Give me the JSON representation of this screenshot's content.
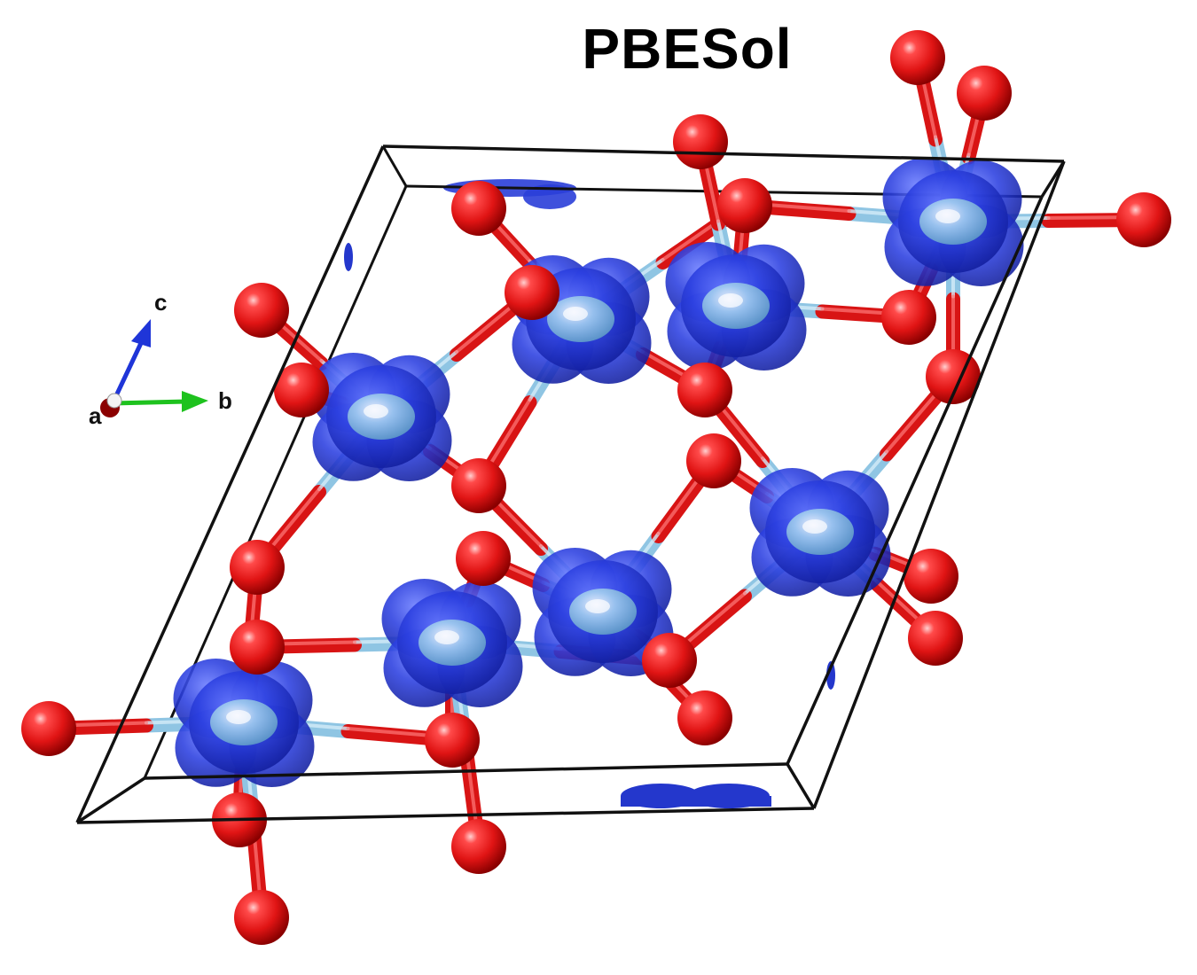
{
  "title": "PBESol",
  "axes": {
    "a": "a",
    "b": "b",
    "c": "c"
  },
  "colors": {
    "oxygen": "#e5191c",
    "metal": "#8fc5e3",
    "isosurface": "#2236d6",
    "cell_edge": "#111111",
    "axis_a": "#8b0000",
    "axis_b": "#1ec21e",
    "axis_c": "#1f35d8"
  }
}
